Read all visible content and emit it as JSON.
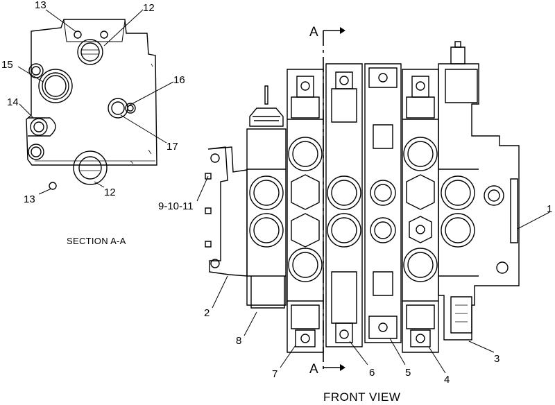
{
  "captions": {
    "section_view": "SECTION A-A",
    "front_view": "FRONT VIEW",
    "section_marker": "A"
  },
  "callouts": [
    {
      "key": "c13-top",
      "text": "13"
    },
    {
      "key": "c12-top",
      "text": "12"
    },
    {
      "key": "c15",
      "text": "15"
    },
    {
      "key": "c16",
      "text": "16"
    },
    {
      "key": "c14",
      "text": "14"
    },
    {
      "key": "c17",
      "text": "17"
    },
    {
      "key": "c13-bottom",
      "text": "13"
    },
    {
      "key": "c12-bottom",
      "text": "12"
    },
    {
      "key": "c9-10-11",
      "text": "9-10-11"
    },
    {
      "key": "c1",
      "text": "1"
    },
    {
      "key": "c2",
      "text": "2"
    },
    {
      "key": "c8",
      "text": "8"
    },
    {
      "key": "c3",
      "text": "3"
    },
    {
      "key": "c7",
      "text": "7"
    },
    {
      "key": "c6",
      "text": "6"
    },
    {
      "key": "c5",
      "text": "5"
    },
    {
      "key": "c4",
      "text": "4"
    }
  ]
}
